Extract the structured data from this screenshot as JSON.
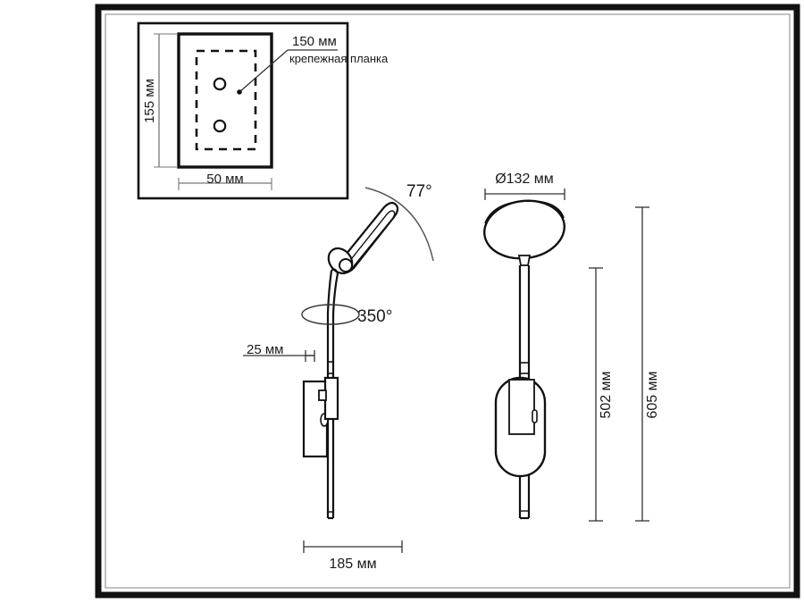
{
  "document": {
    "type": "technical-dimension-drawing",
    "subject": "wall-mounted-reading-lamp",
    "units": "мм",
    "background_color": "#ffffff",
    "frame_color": "#111111",
    "line_color": "#1a1a1a",
    "thin_line_color": "#666666"
  },
  "detail_inset": {
    "title_label": "крепежная планка",
    "width_label": "150 мм",
    "height_label": "155 мм",
    "plate_width_label": "50 мм",
    "mounting_holes": 2
  },
  "side_view": {
    "tilt_angle_label": "77°",
    "rotation_angle_label": "350°",
    "offset_label": "25 мм",
    "depth_label": "185 мм"
  },
  "front_view": {
    "head_diameter_label": "Ø132 мм",
    "plate_to_top_label": "502 мм",
    "total_height_label": "605 мм"
  }
}
